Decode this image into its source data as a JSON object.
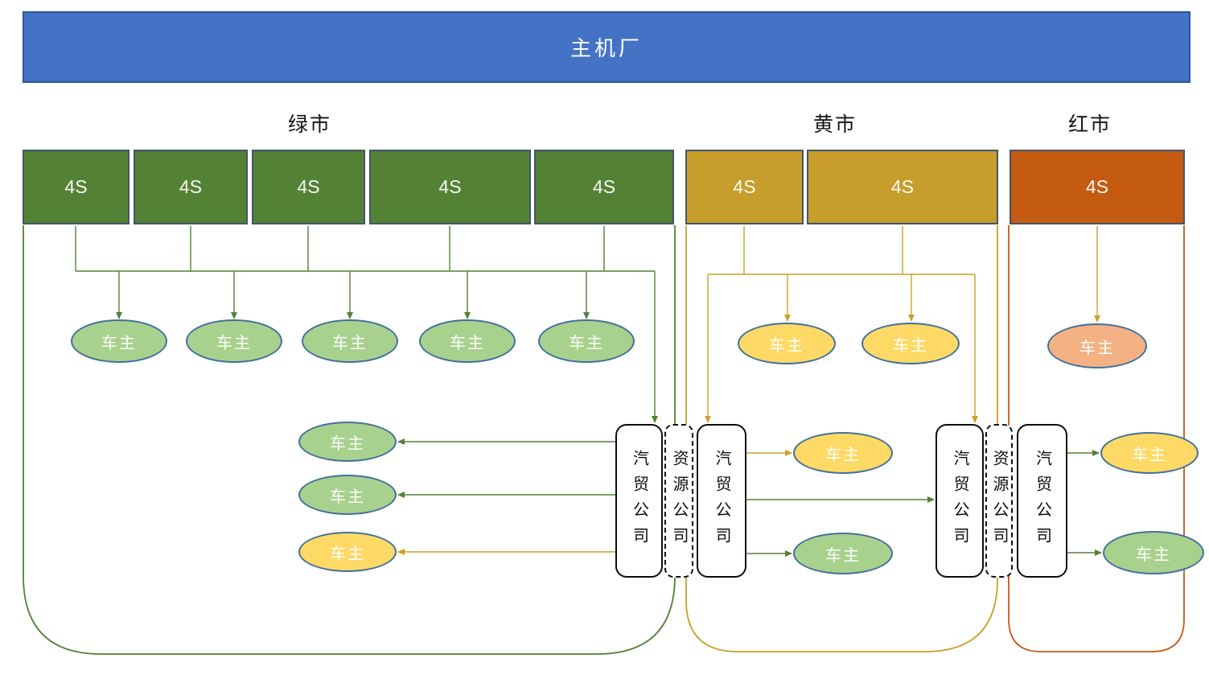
{
  "factory": {
    "label": "主机厂"
  },
  "markets": {
    "green": {
      "label": "绿市",
      "stores": [
        "4S",
        "4S",
        "4S",
        "4S",
        "4S"
      ]
    },
    "yellow": {
      "label": "黄市",
      "stores": [
        "4S",
        "4S"
      ]
    },
    "red": {
      "label": "红市",
      "stores": [
        "4S"
      ]
    }
  },
  "labels": {
    "owner": "车主"
  },
  "clusters": {
    "left": {
      "boxes": [
        "汽贸公司",
        "资源公司",
        "汽贸公司"
      ]
    },
    "right": {
      "boxes": [
        "汽贸公司",
        "资源公司",
        "汽贸公司"
      ]
    }
  },
  "colors": {
    "factory_fill": "#4472C4",
    "factory_border": "#2F5597",
    "store_border": "#44546A",
    "store_green_fill": "#548235",
    "store_gold_fill": "#C79D2B",
    "store_red_fill": "#C55A11",
    "owner_green_fill": "#A9D18E",
    "owner_yellow_fill": "#FFD966",
    "owner_salmon_fill": "#F4B183",
    "owner_border": "#41719C",
    "connector_green": "#538135",
    "connector_gold": "#C9A227",
    "outline_red": "#C55A11"
  }
}
